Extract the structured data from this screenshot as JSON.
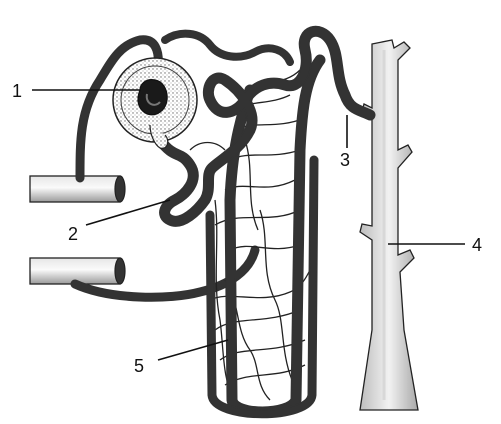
{
  "labels": [
    {
      "id": "1",
      "text": "1"
    },
    {
      "id": "2",
      "text": "2"
    },
    {
      "id": "3",
      "text": "3"
    },
    {
      "id": "4",
      "text": "4"
    },
    {
      "id": "5",
      "text": "5"
    }
  ],
  "colors": {
    "line": "#222222",
    "shade": "#c8c8c8",
    "tube_light": "#f4f4f4",
    "tube_dark": "#8a8a8a",
    "background": "#ffffff"
  }
}
